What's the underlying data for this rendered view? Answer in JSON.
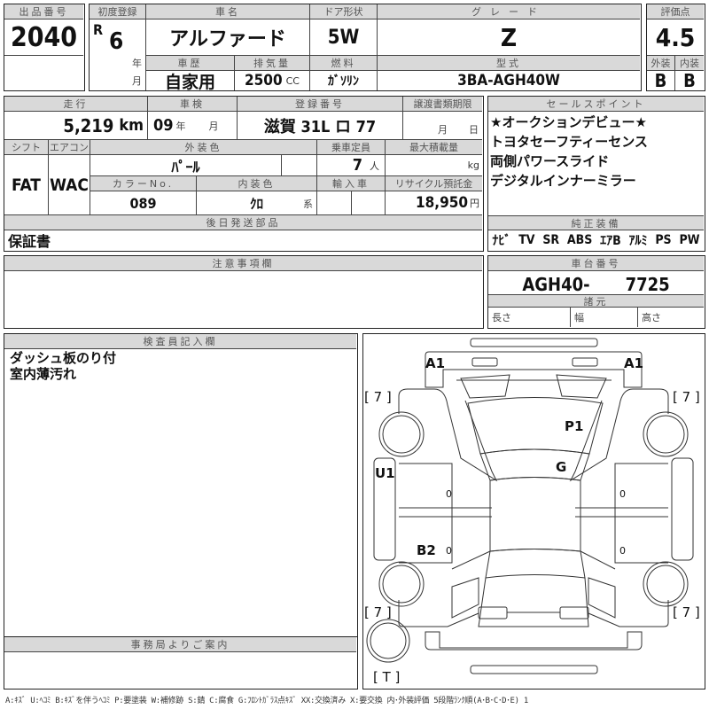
{
  "lot": {
    "label": "出品番号",
    "value": "2040"
  },
  "first_registration": {
    "label": "初度登録",
    "era": "R",
    "year": "6",
    "year_unit": "年",
    "month": "",
    "month_unit": "月"
  },
  "car_name": {
    "label": "車名",
    "value": "アルファード"
  },
  "door": {
    "label": "ドア形状",
    "value": "5W"
  },
  "grade": {
    "label": "グレード",
    "value": "Z"
  },
  "score": {
    "label": "評価点",
    "value": "4.5",
    "exterior_label": "外装",
    "exterior": "B",
    "interior_label": "内装",
    "interior": "B"
  },
  "history": {
    "label": "車歴",
    "value": "自家用"
  },
  "displacement": {
    "label": "排気量",
    "value": "2500",
    "unit": "CC"
  },
  "fuel": {
    "label": "燃料",
    "value": "ｶﾞｿﾘﾝ"
  },
  "model": {
    "label": "型式",
    "value": "3BA-AGH40W"
  },
  "mileage": {
    "label": "走行",
    "value": "5,219",
    "unit": "km"
  },
  "inspection": {
    "label": "車検",
    "year": "09",
    "year_unit": "年",
    "month_unit": "月"
  },
  "registration_no": {
    "label": "登録番号",
    "value": "滋賀 31L ロ 77"
  },
  "transfer_deadline": {
    "label": "譲渡書類期限",
    "month_unit": "月",
    "day_unit": "日"
  },
  "shift": {
    "label": "シフト",
    "value": "FAT"
  },
  "aircon": {
    "label": "エアコン",
    "value": "WAC"
  },
  "exterior_color": {
    "label": "外装色",
    "value": "ﾊﾟｰﾙ"
  },
  "capacity": {
    "label": "乗車定員",
    "value": "7",
    "unit": "人"
  },
  "max_load": {
    "label": "最大積載量",
    "value": "",
    "unit": "kg"
  },
  "color_no": {
    "label": "カラーNo.",
    "value": "089"
  },
  "interior_color": {
    "label": "内装色",
    "value": "ｸﾛ",
    "unit": "系"
  },
  "imported": {
    "label": "輸入車",
    "value": ""
  },
  "recycle": {
    "label": "リサイクル預託金",
    "value": "18,950",
    "unit": "円"
  },
  "later_parts": {
    "label": "後日発送部品",
    "value": "保証書"
  },
  "sales_points": {
    "label": "セールスポイント",
    "items": [
      "★オークションデビュー★",
      "トヨタセーフティーセンス",
      "両側パワースライド",
      "デジタルインナーミラー"
    ]
  },
  "equipment": {
    "label": "純正装備",
    "items": [
      "ﾅﾋﾞ",
      "TV",
      "SR",
      "ABS",
      "ｴｱB",
      "ｱﾙﾐ",
      "PS",
      "PW"
    ]
  },
  "notes": {
    "label": "注意事項欄",
    "value": ""
  },
  "chassis": {
    "label": "車台番号",
    "value": "AGH40-　　7725"
  },
  "specs": {
    "label": "諸元",
    "length": "長さ",
    "width": "幅",
    "height": "高さ"
  },
  "inspector": {
    "label": "検査員記入欄",
    "lines": [
      "ダッシュ板のり付",
      "室内薄汚れ"
    ]
  },
  "office": {
    "label": "事務局よりご案内",
    "value": ""
  },
  "diagram": {
    "marks": {
      "front_left": "A1",
      "front_right": "A1",
      "hood": "P1",
      "windshield": "G",
      "left_front_door": "U1",
      "left_rear": "B2"
    },
    "tires": {
      "fl": "[ 7 ]",
      "fr": "[ 7 ]",
      "rl": "[ 7 ]",
      "rr": "[ 7 ]",
      "spare": "[ T ]"
    },
    "zeros": "0"
  },
  "legend": "A:ｷｽﾞ U:ﾍｺﾐ B:ｷｽﾞを伴うﾍｺﾐ P:要塗装 W:補修跡 S:錆 C:腐食 G:ﾌﾛﾝﾄｶﾞﾗｽ点ｷｽﾞ XX:交換済み X:要交換 内･外装評価 5段階ﾗﾝｸ順(A･B･C･D･E) 1"
}
